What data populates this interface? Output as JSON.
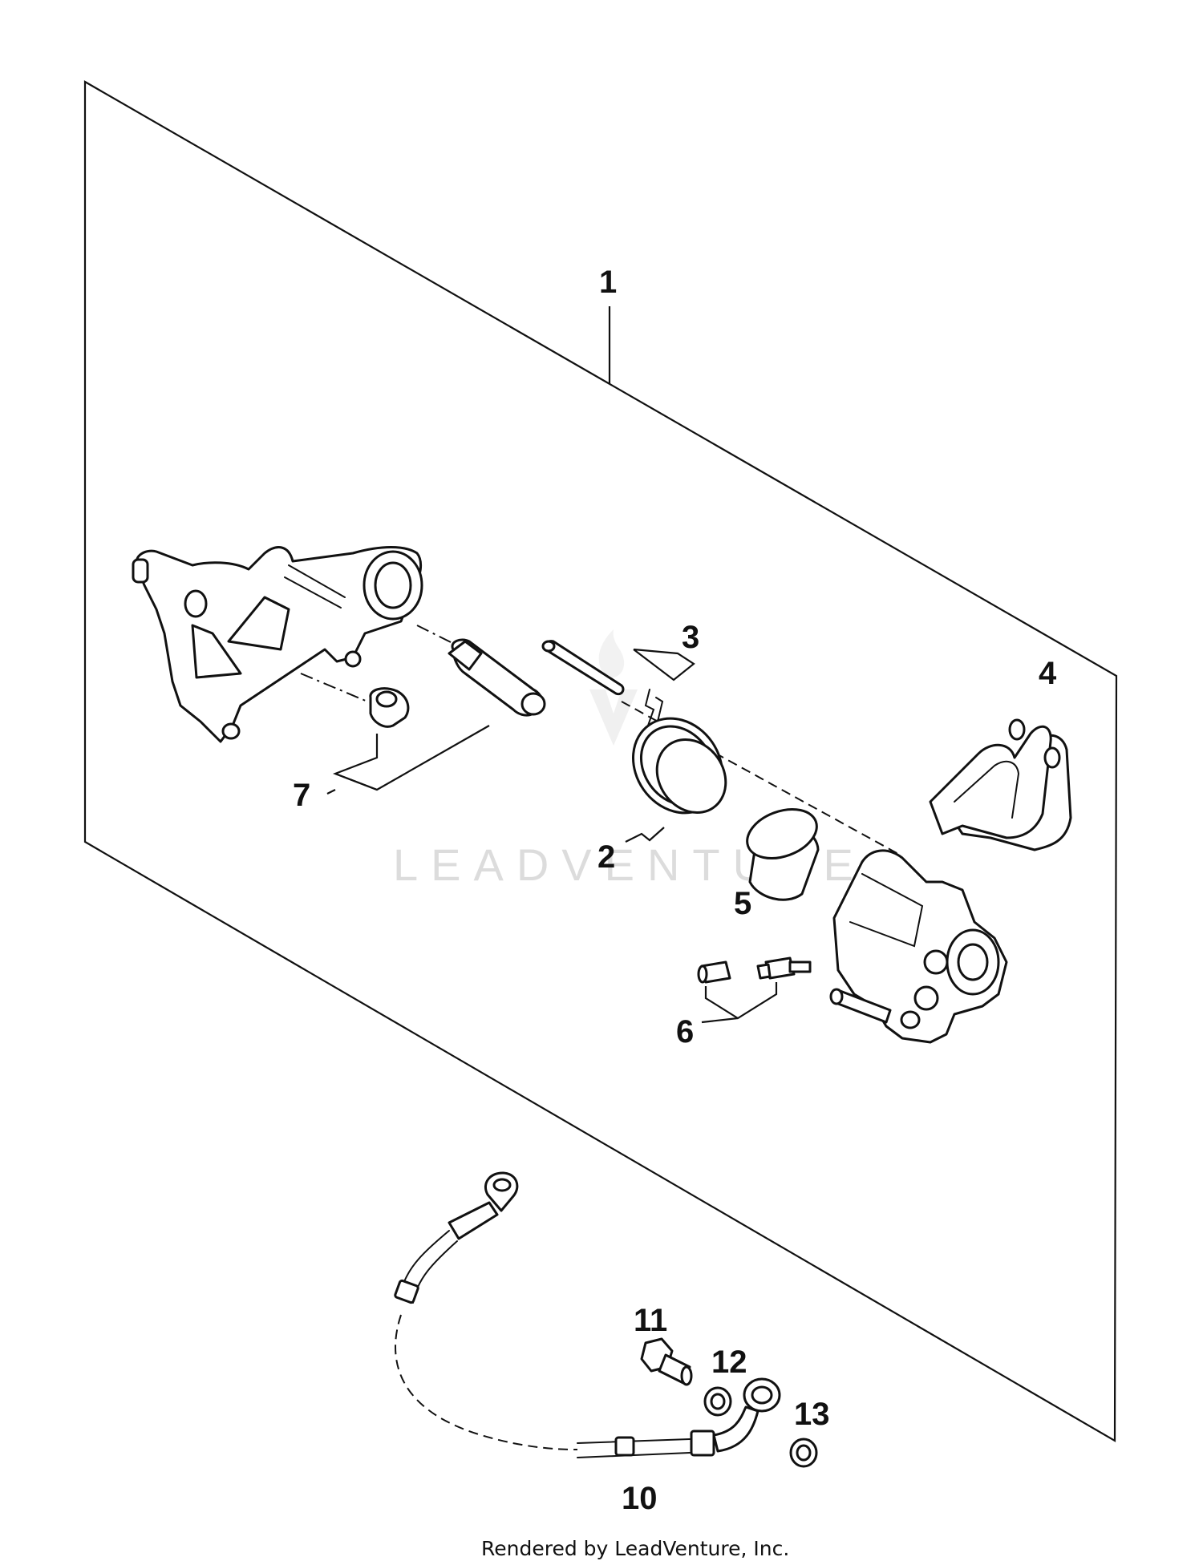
{
  "callouts": {
    "c1": "1",
    "c2": "2",
    "c3": "3",
    "c4": "4",
    "c5": "5",
    "c6": "6",
    "c7": "7",
    "c10": "10",
    "c11": "11",
    "c12": "12",
    "c13": "13"
  },
  "watermark": "LEADVENTURE",
  "footer": "Rendered by LeadVenture, Inc.",
  "colors": {
    "ink": "#111111",
    "watermark": "#dcdcdc",
    "background": "#ffffff"
  }
}
